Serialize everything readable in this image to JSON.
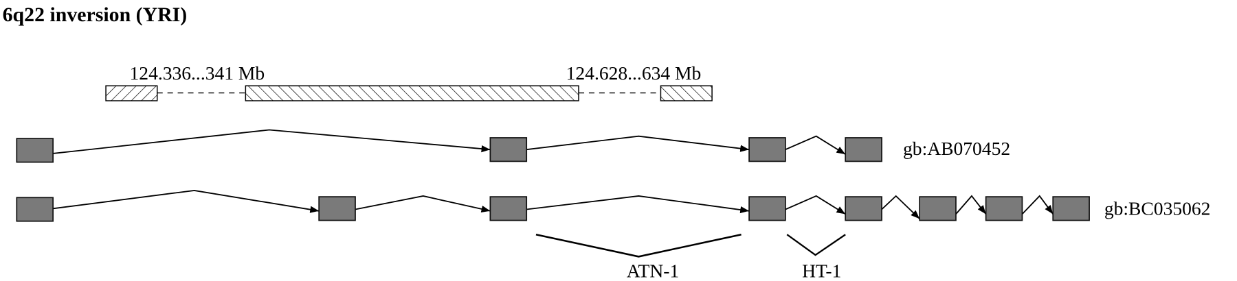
{
  "title": "6q22 inversion (YRI)",
  "breakpoints": {
    "left_label": "124.336...341 Mb",
    "right_label": "124.628...634 Mb"
  },
  "transcripts": [
    {
      "label": "gb:AB070452",
      "exon_count": 4
    },
    {
      "label": "gb:BC035062",
      "exon_count": 8
    }
  ],
  "regions": [
    {
      "label": "ATN-1"
    },
    {
      "label": "HT-1"
    }
  ],
  "colors": {
    "exon": "#7a7a7a",
    "line": "#000000"
  }
}
